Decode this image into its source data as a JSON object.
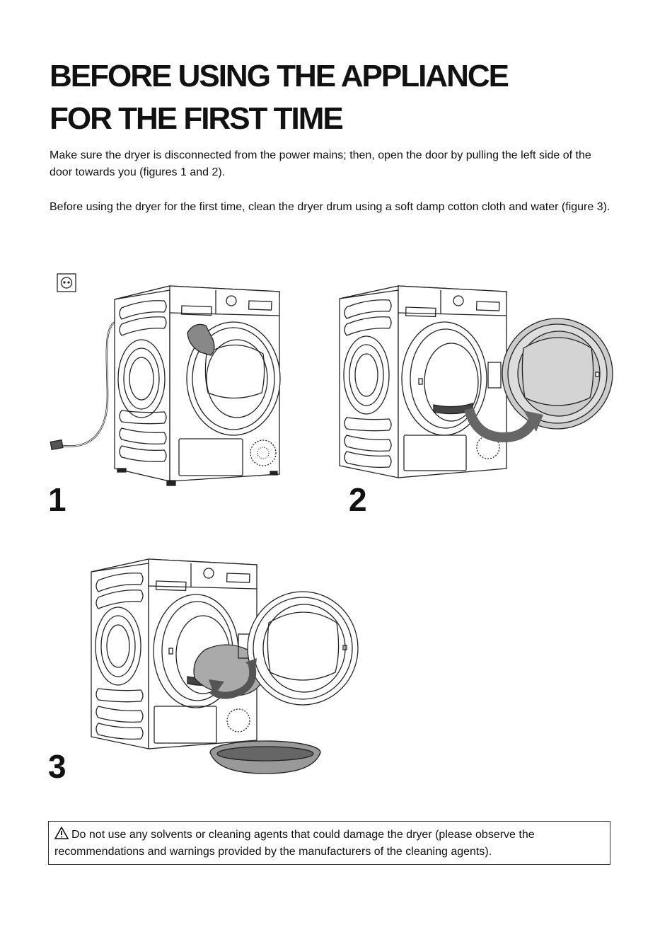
{
  "page": {
    "title_line1": "BEFORE USING THE APPLIANCE",
    "title_line2": "FOR THE FIRST TIME"
  },
  "paragraphs": [
    "Make sure the dryer is disconnected from the power mains; then, open the door by pulling the left side of the door towards you (figures 1 and 2).",
    "Before using the dryer for the first time, clean the dryer drum using a soft damp cotton cloth and water (figure 3)."
  ],
  "figures": [
    {
      "number": "1"
    },
    {
      "number": "2"
    },
    {
      "number": "3"
    }
  ],
  "warning": {
    "icon": "warning-triangle-icon",
    "text": "Do not use any solvents or cleaning agents that could damage the dryer (please observe the recommendations and warnings provided by the manufacturers of the cleaning agents)."
  }
}
